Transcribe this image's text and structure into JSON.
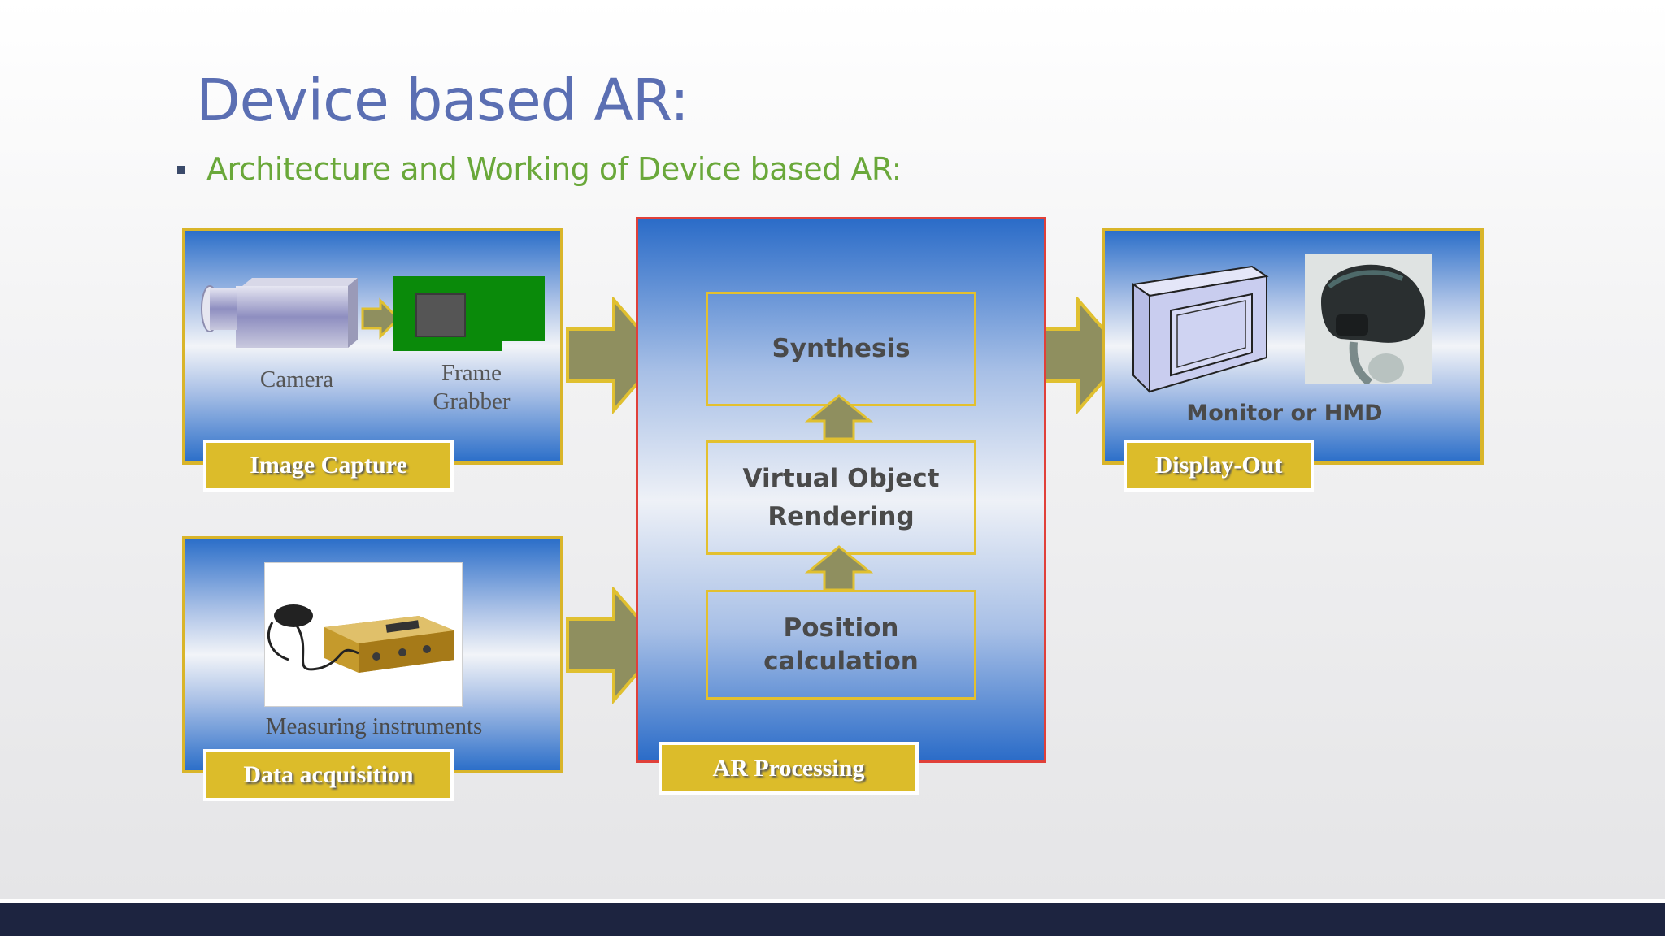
{
  "slide": {
    "title": "Device based AR:",
    "bullet": "Architecture and Working of Device based AR:"
  },
  "image_capture": {
    "camera_label": "Camera",
    "frame_grabber_label": "Frame\nGrabber",
    "tab": "Image Capture"
  },
  "data_acquisition": {
    "instruments_label": "Measuring instruments",
    "tab": "Data acquisition"
  },
  "ar_processing": {
    "synthesis": "Synthesis",
    "rendering": "Virtual Object\nRendering",
    "position": "Position\ncalculation",
    "tab": "AR Processing"
  },
  "display_out": {
    "monitor_label": "Monitor or HMD",
    "tab": "Display-Out"
  },
  "colors": {
    "title": "#5b6fb3",
    "subtitle": "#6aa83a",
    "accent_gold": "#dcbc2a",
    "arrow_olive": "#8f8f5f",
    "panel_blue": "#2c6fc9",
    "footer": "#1d2440"
  }
}
